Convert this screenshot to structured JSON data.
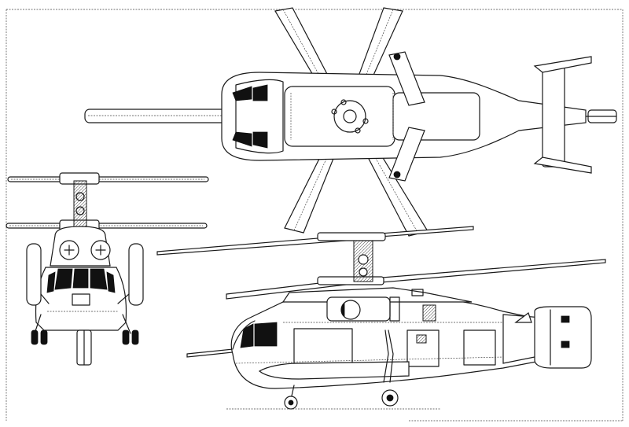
{
  "drawing": {
    "subject": "",
    "views": [
      "top-view",
      "front-view",
      "side-view"
    ],
    "colors": {
      "line": "#1a1a1a",
      "background": "#ffffff",
      "glazing": "#111111"
    }
  }
}
